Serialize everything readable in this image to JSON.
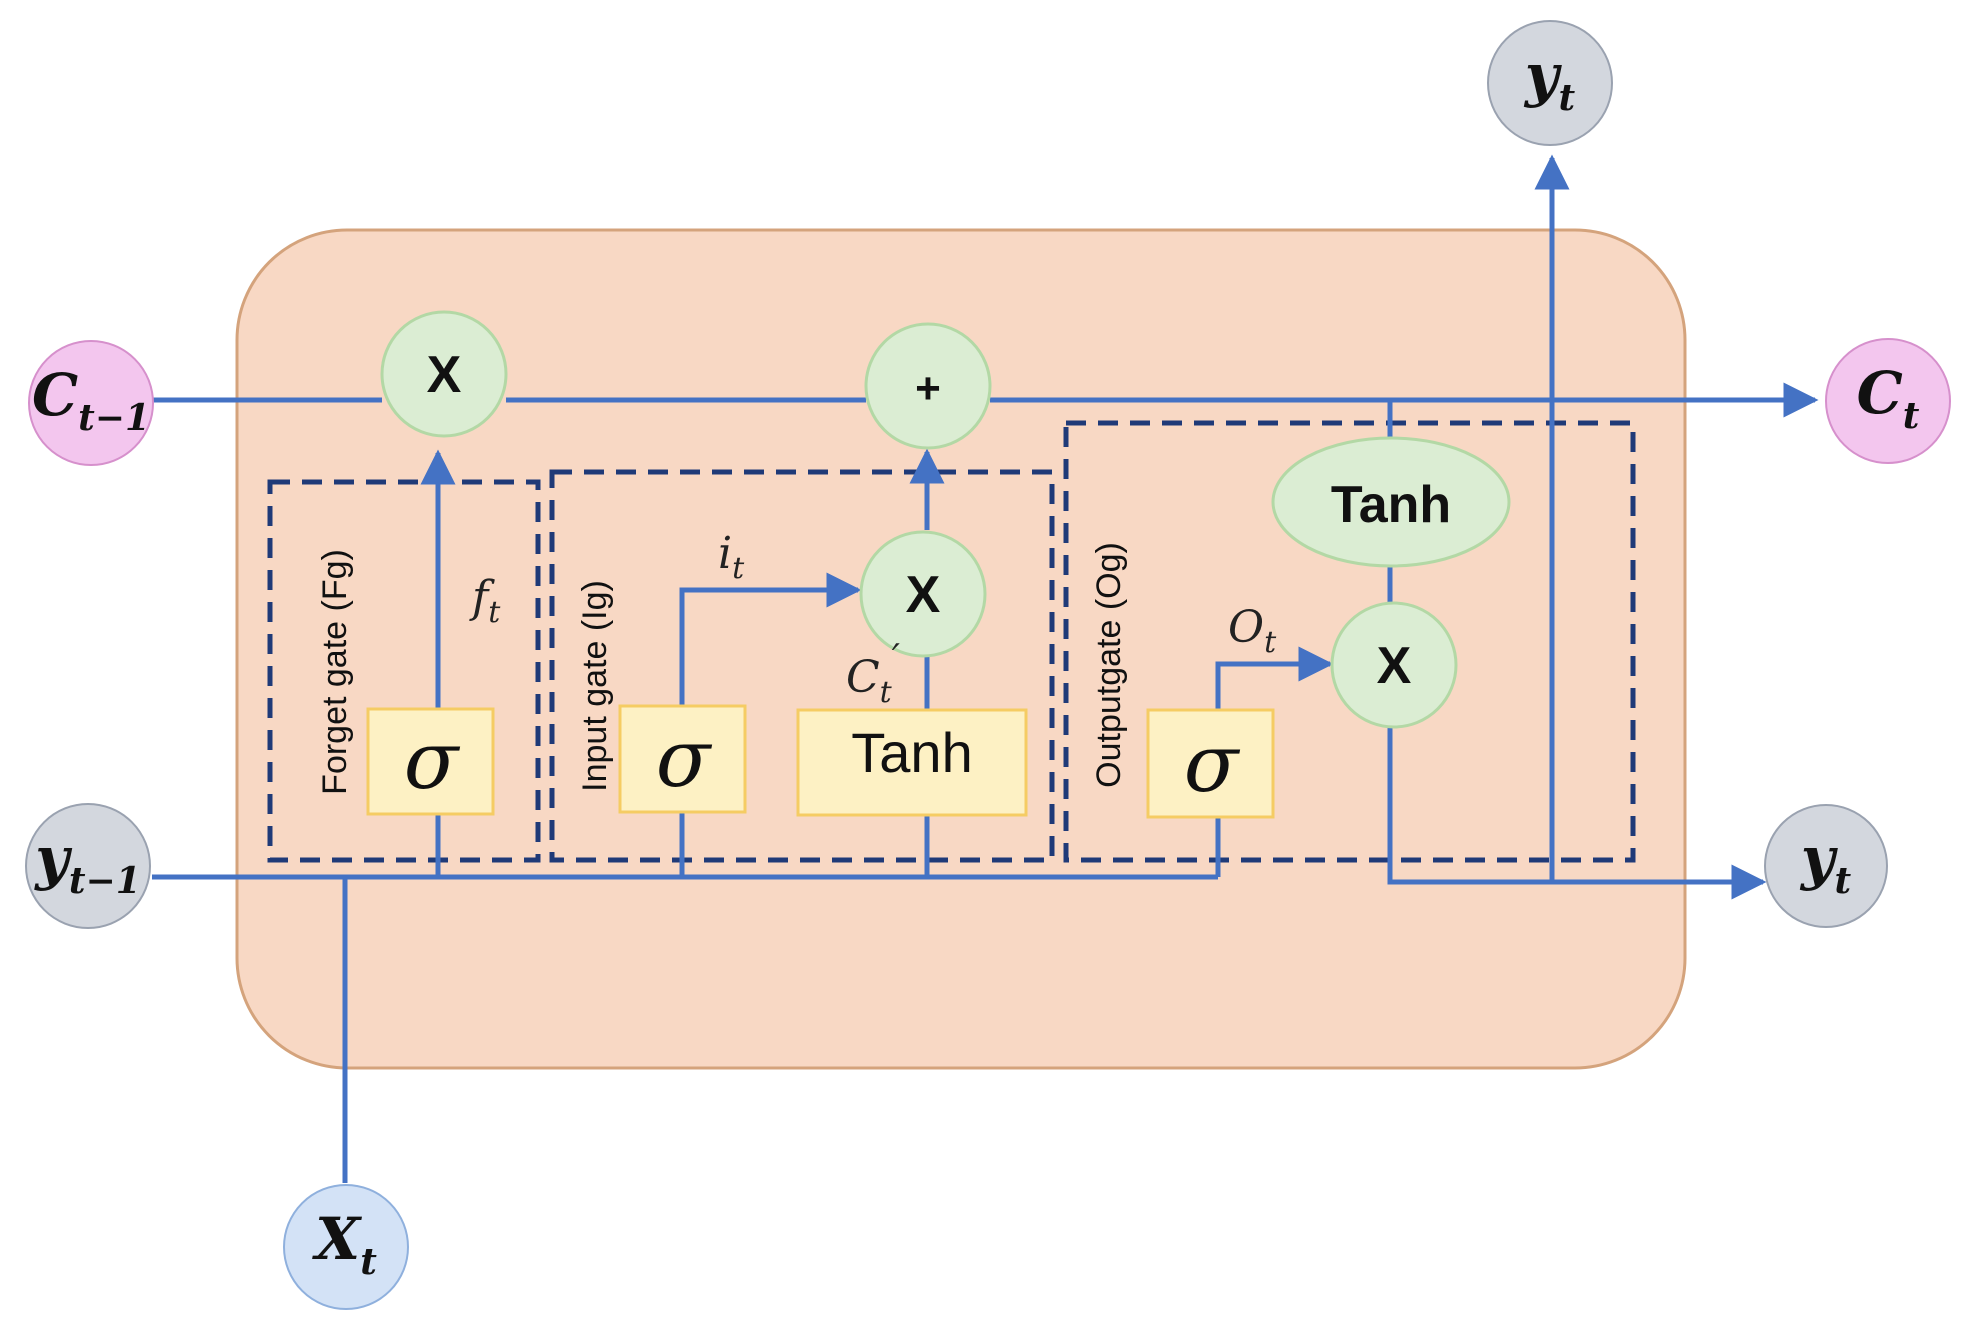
{
  "colors": {
    "cell_fill": "#f8d8c4",
    "cell_stroke": "#d4a37c",
    "line": "#4472c4",
    "dash": "#1f3a78",
    "op_fill": "#dbedd3",
    "op_stroke": "#b3d8a5",
    "yellow_fill": "#fdf1c4",
    "yellow_stroke": "#f5cc63",
    "pink_fill": "#f3c6ee",
    "pink_stroke": "#d690cc",
    "gray_fill": "#d3d7de",
    "gray_stroke": "#9aa2b0",
    "blue_fill": "#d3e2f6",
    "blue_stroke": "#8fb0dd"
  },
  "nodes": {
    "c_prev": {
      "main": "C",
      "sub": "t−1"
    },
    "c_next": {
      "main": "C",
      "sub": "t"
    },
    "y_prev": {
      "main": "y",
      "sub": "t−1"
    },
    "y_out_right": {
      "main": "y",
      "sub": "t"
    },
    "y_out_top": {
      "main": "y",
      "sub": "t"
    },
    "x_in": {
      "main": "X",
      "sub": "t"
    }
  },
  "operators": {
    "forget_mult": "X",
    "cell_add": "+",
    "input_mult": "X",
    "output_mult": "X"
  },
  "activations": {
    "forget_sigma": "σ",
    "input_sigma": "σ",
    "input_tanh": "Tanh",
    "output_sigma": "σ",
    "output_tanh": "Tanh"
  },
  "gates": {
    "forget": "Forget  gate (Fg)",
    "input": "Input  gate (Ig)",
    "output": "Outputgate (Og)"
  },
  "signals": {
    "f": {
      "main": "f",
      "sub": "t"
    },
    "i": {
      "main": "i",
      "sub": "t"
    },
    "c_cand": {
      "main": "C",
      "sub": "t",
      "sup": "′"
    },
    "o": {
      "main": "O",
      "sub": "t"
    }
  }
}
